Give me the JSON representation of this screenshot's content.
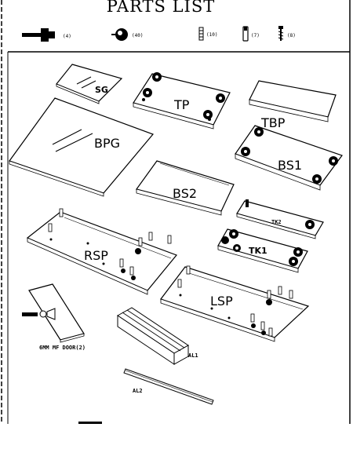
{
  "title": "PARTS LIST",
  "hardware": [
    {
      "icon": "cam-bolt-icon",
      "count": "(4)"
    },
    {
      "icon": "cam-lock-icon",
      "count": "(40)"
    },
    {
      "icon": "wood-dowel-icon",
      "count": "(10)"
    },
    {
      "icon": "shelf-pin-icon",
      "count": "(7)"
    },
    {
      "icon": "screw-icon",
      "count": "(8)"
    }
  ],
  "panels": {
    "sg": "SG",
    "tp": "TP",
    "tbp": "TBP",
    "bpg": "BPG",
    "bs1": "BS1",
    "bs2": "BS2",
    "tk2": "TK2",
    "tk1": "TK1",
    "rsp": "RSP",
    "lsp": "LSP",
    "door": "6MM MF DOOR(2)",
    "al1": "AL1",
    "al2": "AL2"
  }
}
